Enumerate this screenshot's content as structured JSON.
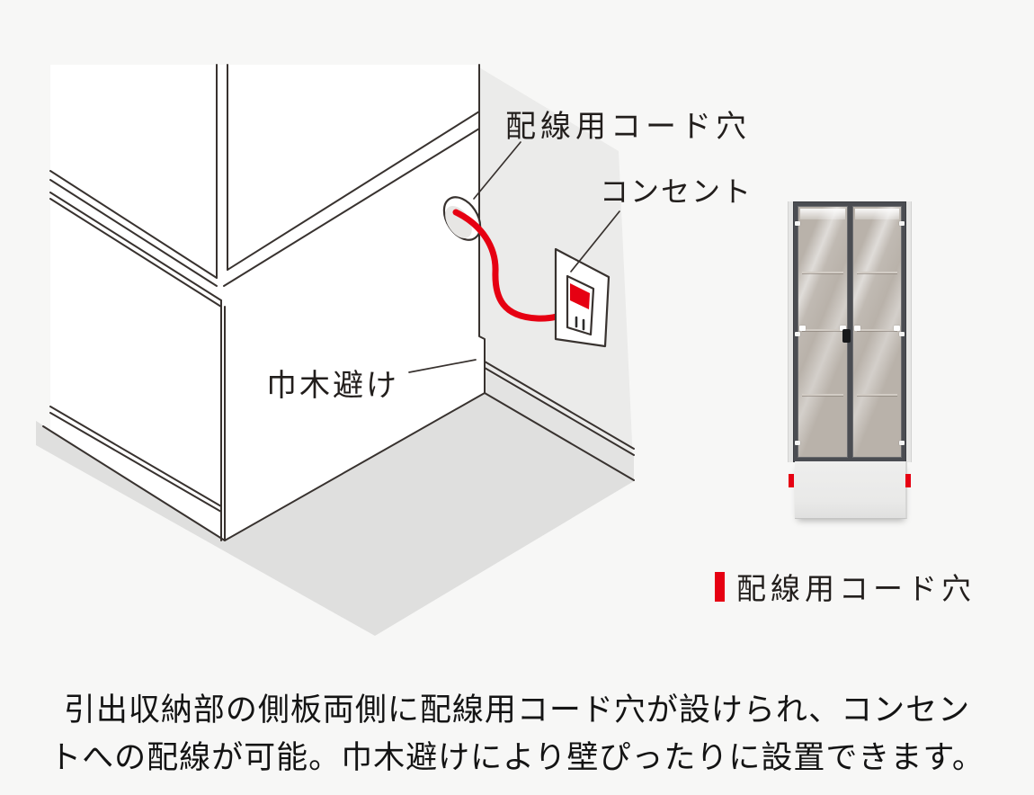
{
  "illustration": {
    "labels": {
      "cord_hole": "配線用コード穴",
      "outlet": "コンセント",
      "skirting_cutout": "巾木避け"
    }
  },
  "legend": {
    "label": "配線用コード穴"
  },
  "caption": {
    "lines": [
      "引出収納部の側板両側に配線用コード穴が設けられ、コンセン",
      "トへの配線が可能。巾木避けにより壁ぴったりに設置できます。"
    ]
  },
  "colors": {
    "accent-red": "#e60012",
    "line": "#38322f",
    "wall": "#ebebea",
    "floor": "#dfdfde",
    "background": "#f7f7f6",
    "interior": "#b9b2aa",
    "door-frame": "#4b4d52"
  }
}
